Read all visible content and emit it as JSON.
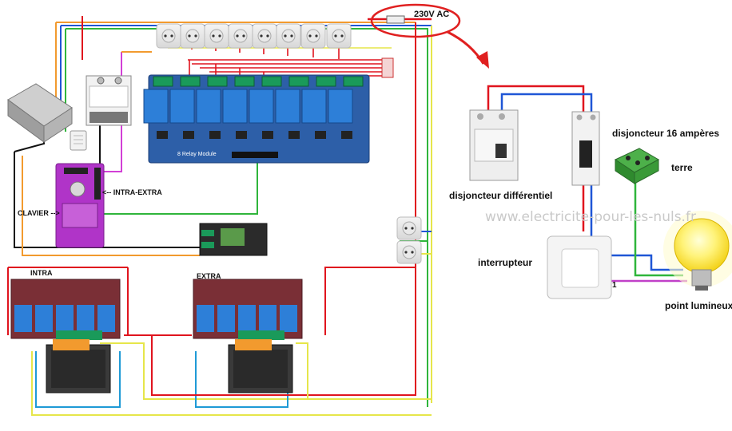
{
  "labels": {
    "ac_input": "230V AC",
    "intra_extra": "<-- INTRA-EXTRA",
    "clavier": "CLAVIER -->",
    "intra": "INTRA",
    "extra": "EXTRA",
    "relay_module": "8 Relay Module",
    "breaker_16a": "disjoncteur 16 ampères",
    "terre": "terre",
    "rcd": "disjoncteur différentiel",
    "switch": "interrupteur",
    "lamp": "point lumineux",
    "wire_one": "1",
    "website": "www.electricite-pour-les-nuls.fr"
  },
  "colors": {
    "phase": "#e0141e",
    "neutral": "#1f56d6",
    "earth": "#2fb53b",
    "signal_orange": "#f29a2e",
    "signal_yellow": "#e6e64a",
    "signal_magenta": "#d23fd6",
    "relay_board": "#2d5fa8",
    "purple_board": "#b034c8",
    "highlight": "#e02020"
  }
}
